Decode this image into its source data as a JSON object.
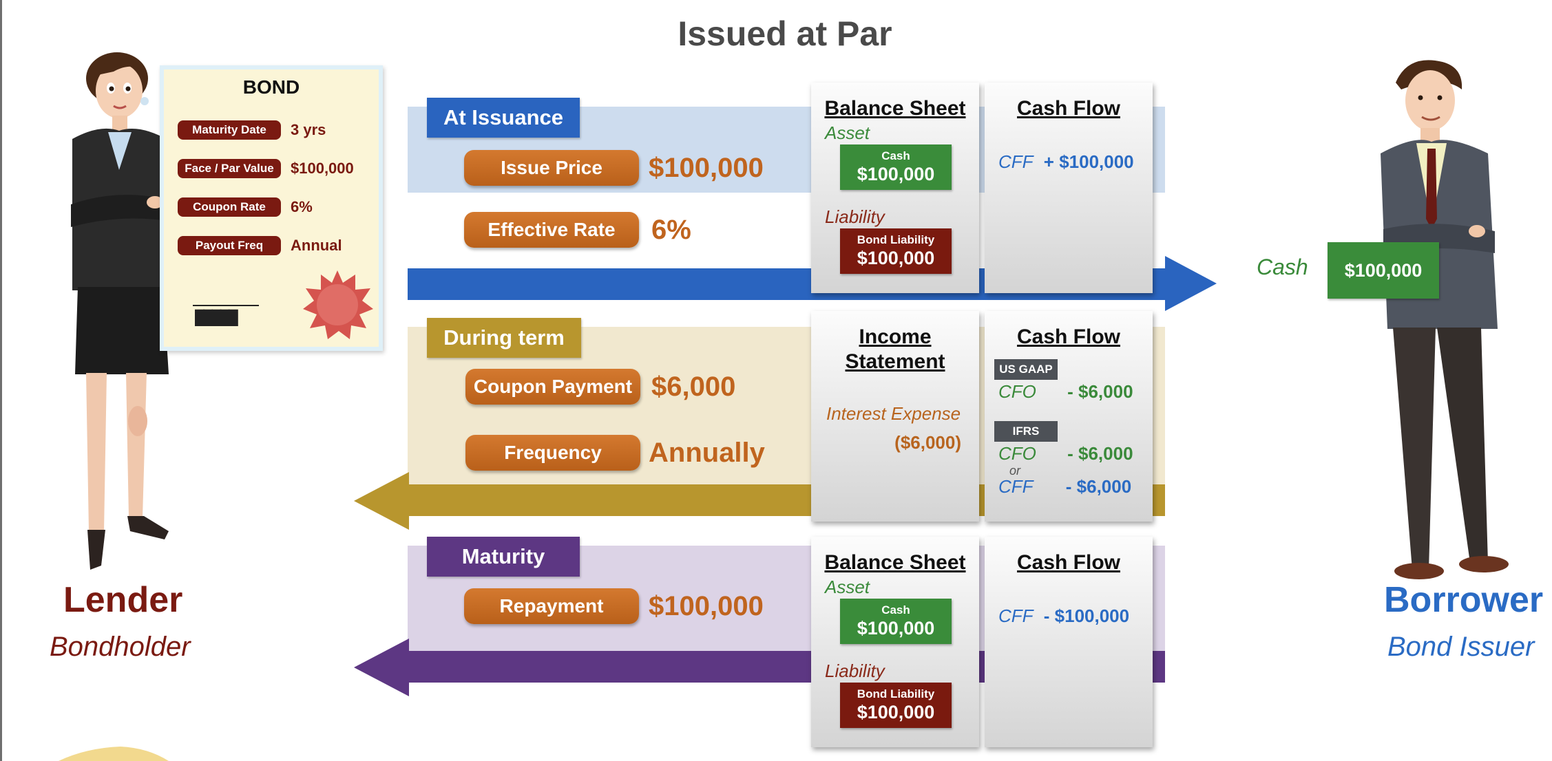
{
  "title": "Issued at Par",
  "bond": {
    "title": "BOND",
    "fields": [
      {
        "label": "Maturity Date",
        "value": "3 yrs"
      },
      {
        "label": "Face / Par Value",
        "value": "$100,000"
      },
      {
        "label": "Coupon Rate",
        "value": "6%"
      },
      {
        "label": "Payout Freq",
        "value": "Annual"
      }
    ]
  },
  "lender": {
    "name": "Lender",
    "role": "Bondholder"
  },
  "borrower": {
    "name": "Borrower",
    "role": "Bond Issuer",
    "cash_label": "Cash",
    "cash_value": "$100,000"
  },
  "issuance": {
    "tag": "At Issuance",
    "items": [
      {
        "label": "Issue Price",
        "value": "$100,000"
      },
      {
        "label": "Effective Rate",
        "value": "6%"
      }
    ],
    "balance_sheet": {
      "title": "Balance Sheet",
      "asset_label": "Asset",
      "asset_box_label": "Cash",
      "asset_box_value": "$100,000",
      "liability_label": "Liability",
      "liability_box_label": "Bond Liability",
      "liability_box_value": "$100,000"
    },
    "cash_flow": {
      "title": "Cash Flow",
      "category": "CFF",
      "amount": "+ $100,000"
    }
  },
  "term": {
    "tag": "During term",
    "items": [
      {
        "label": "Coupon Payment",
        "value": "$6,000"
      },
      {
        "label": "Frequency",
        "value": "Annually"
      }
    ],
    "income_statement": {
      "title_line1": "Income",
      "title_line2": "Statement",
      "expense_label": "Interest Expense",
      "expense_value": "($6,000)"
    },
    "cash_flow": {
      "title": "Cash Flow",
      "us_gaap_badge": "US GAAP",
      "us_gaap_category": "CFO",
      "us_gaap_amount": "- $6,000",
      "ifrs_badge": "IFRS",
      "ifrs_category_1": "CFO",
      "ifrs_amount_1": "- $6,000",
      "or_text": "or",
      "ifrs_category_2": "CFF",
      "ifrs_amount_2": "- $6,000"
    }
  },
  "maturity": {
    "tag": "Maturity",
    "items": [
      {
        "label": "Repayment",
        "value": "$100,000"
      }
    ],
    "balance_sheet": {
      "title": "Balance Sheet",
      "asset_label": "Asset",
      "asset_box_label": "Cash",
      "asset_box_value": "$100,000",
      "liability_label": "Liability",
      "liability_box_label": "Bond Liability",
      "liability_box_value": "$100,000"
    },
    "cash_flow": {
      "title": "Cash Flow",
      "category": "CFF",
      "amount": "- $100,000"
    }
  },
  "colors": {
    "issuance_band": "#cddcee",
    "issuance_arrow": "#2a64bf",
    "term_band": "#f1e8cf",
    "term_arrow": "#b8962e",
    "maturity_band": "#dcd3e6",
    "maturity_arrow": "#5d3783",
    "lender": "#7a1a11",
    "borrower": "#2a6bc4"
  }
}
